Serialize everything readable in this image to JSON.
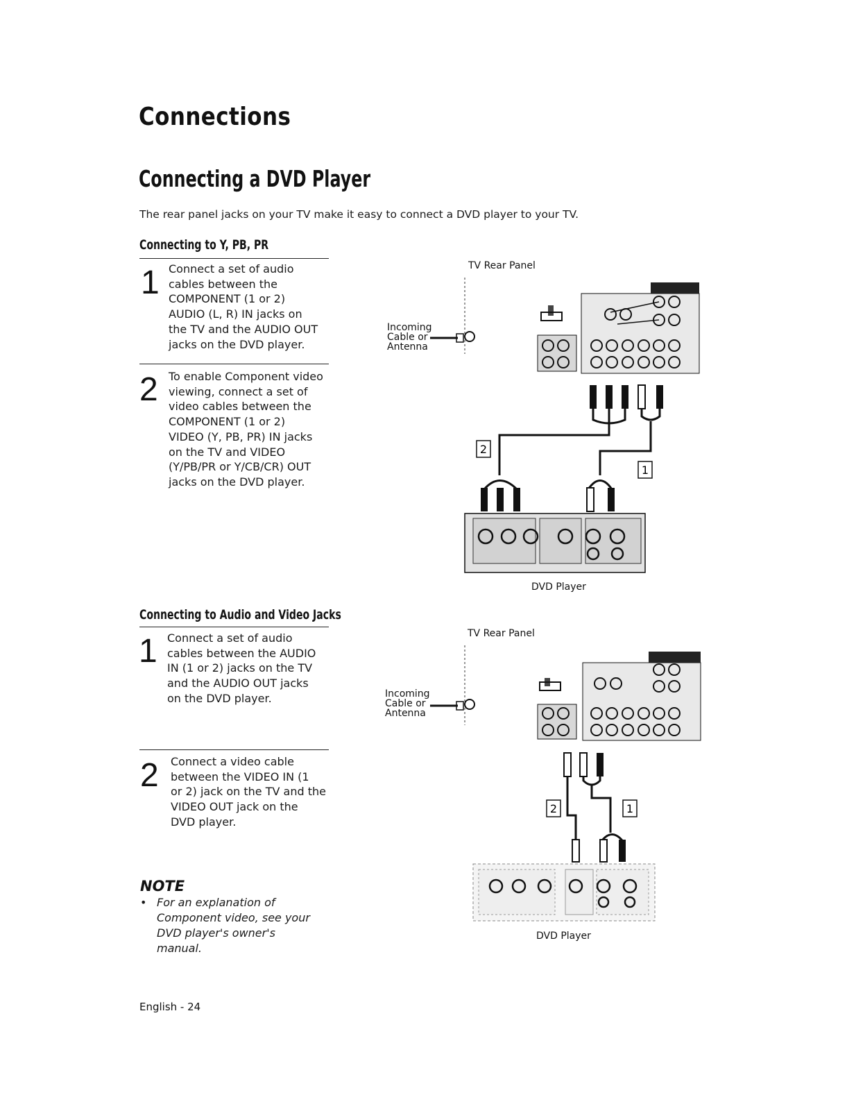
{
  "page": {
    "title": "Connections",
    "section_title": "Connecting a DVD Player",
    "intro": "The rear panel jacks on your TV make it easy to connect a DVD player to your TV.",
    "footer": "English - 24"
  },
  "component_section": {
    "heading": "Connecting to Y, PB, PR",
    "steps": [
      {
        "number": "1",
        "text": "Connect a set of audio\ncables between the\nCOMPONENT (1 or 2)\nAUDIO (L, R) IN jacks on\nthe TV and the AUDIO OUT\njacks on the DVD player."
      },
      {
        "number": "2",
        "text": "To enable Component video\nviewing, connect a set of\nvideo cables between the\nCOMPONENT (1 or 2)\nVIDEO (Y, PB, PR) IN jacks\non the TV and VIDEO\n(Y/PB/PR or Y/CB/CR) OUT\njacks on the DVD player."
      }
    ],
    "diagram": {
      "tv_label": "TV Rear Panel",
      "incoming_label": "Incoming\nCable or\nAntenna",
      "dvd_label": "DVD Player",
      "callouts": [
        "2",
        "1"
      ]
    }
  },
  "av_section": {
    "heading": "Connecting to Audio and Video Jacks",
    "steps": [
      {
        "number": "1",
        "text": "Connect a set of audio\ncables between the AUDIO\nIN (1 or 2) jacks on the TV\nand the AUDIO OUT jacks\non the DVD player."
      },
      {
        "number": "2",
        "text": "Connect a video cable\nbetween the VIDEO IN (1\nor 2) jack on the TV and the\nVIDEO OUT jack on the\nDVD player."
      }
    ],
    "diagram": {
      "tv_label": "TV Rear Panel",
      "incoming_label": "Incoming\nCable or\nAntenna",
      "dvd_label": "DVD Player",
      "callouts": [
        "2",
        "1"
      ]
    }
  },
  "note": {
    "heading": "NOTE",
    "bullet": "•",
    "text": "For an explanation of\nComponent video, see your\nDVD player's owner's\nmanual."
  }
}
